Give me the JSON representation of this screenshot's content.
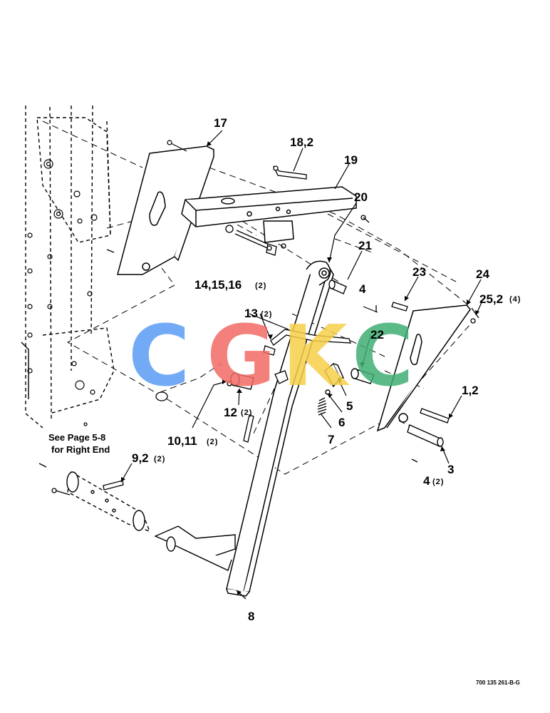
{
  "callouts": {
    "c17": "17",
    "c18": "18,2",
    "c19": "19",
    "c20": "20",
    "c21": "21",
    "c23": "23",
    "c24": "24",
    "c25": "25,2",
    "c25q": "(4)",
    "c14": "14,15,16",
    "c14q": "(2)",
    "c4a": "4",
    "c13": "13",
    "c13q": "(2)",
    "c22": "22",
    "c1": "1,2",
    "c5": "5",
    "c6": "6",
    "c7": "7",
    "c12": "12",
    "c12q": "(2)",
    "c10": "10,11",
    "c10q": "(2)",
    "c9": "9,2",
    "c9q": "(2)",
    "c3": "3",
    "c4b": "4",
    "c4bq": "(2)",
    "c8": "8"
  },
  "note": {
    "line1": "See Page 5-8",
    "line2": "for Right End"
  },
  "doc_id": "700 135 261-B-G",
  "watermark": {
    "letters": [
      "C",
      "G",
      "K",
      "C"
    ],
    "colors": [
      "#5b9cf5",
      "#f26b63",
      "#f7cf4a",
      "#3fae73"
    ]
  }
}
